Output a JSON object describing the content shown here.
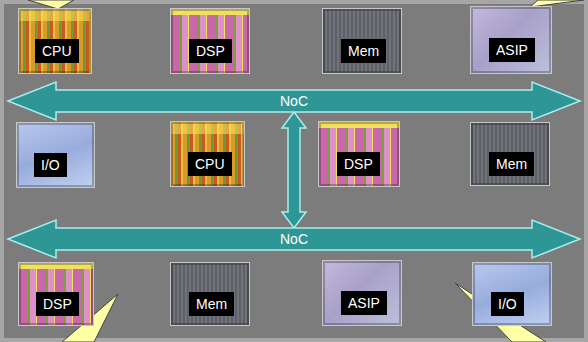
{
  "diagram": {
    "nodes": [
      {
        "text": [
          "CPU"
        ]
      },
      {
        "text": [
          "DSP"
        ]
      },
      {
        "text": [
          "Mem"
        ]
      },
      {
        "text": [
          "ASIP"
        ]
      },
      {
        "text": [
          "NoC"
        ]
      },
      {
        "text": [
          "I/O"
        ]
      },
      {
        "text": [
          "CPU"
        ]
      },
      {
        "text": [
          "DSP"
        ]
      },
      {
        "text": [
          "Mem"
        ]
      },
      {
        "text": [
          "NoC"
        ]
      },
      {
        "text": [
          "DSP"
        ]
      },
      {
        "text": [
          "Mem"
        ]
      },
      {
        "text": [
          "ASIP"
        ]
      },
      {
        "text": [
          "I/O"
        ]
      }
    ],
    "edges": [
      {
        "from": 4,
        "to": 9,
        "arrow": "both"
      }
    ]
  }
}
